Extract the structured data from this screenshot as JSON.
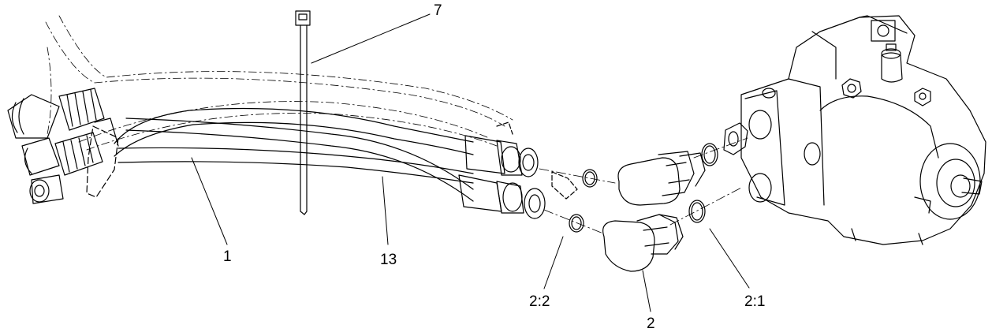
{
  "callouts": {
    "hose_1": "1",
    "hose_13": "13",
    "cable_tie": "7",
    "fitting": "2",
    "o_ring_2_1": "2:1",
    "o_ring_2_2": "2:2"
  }
}
